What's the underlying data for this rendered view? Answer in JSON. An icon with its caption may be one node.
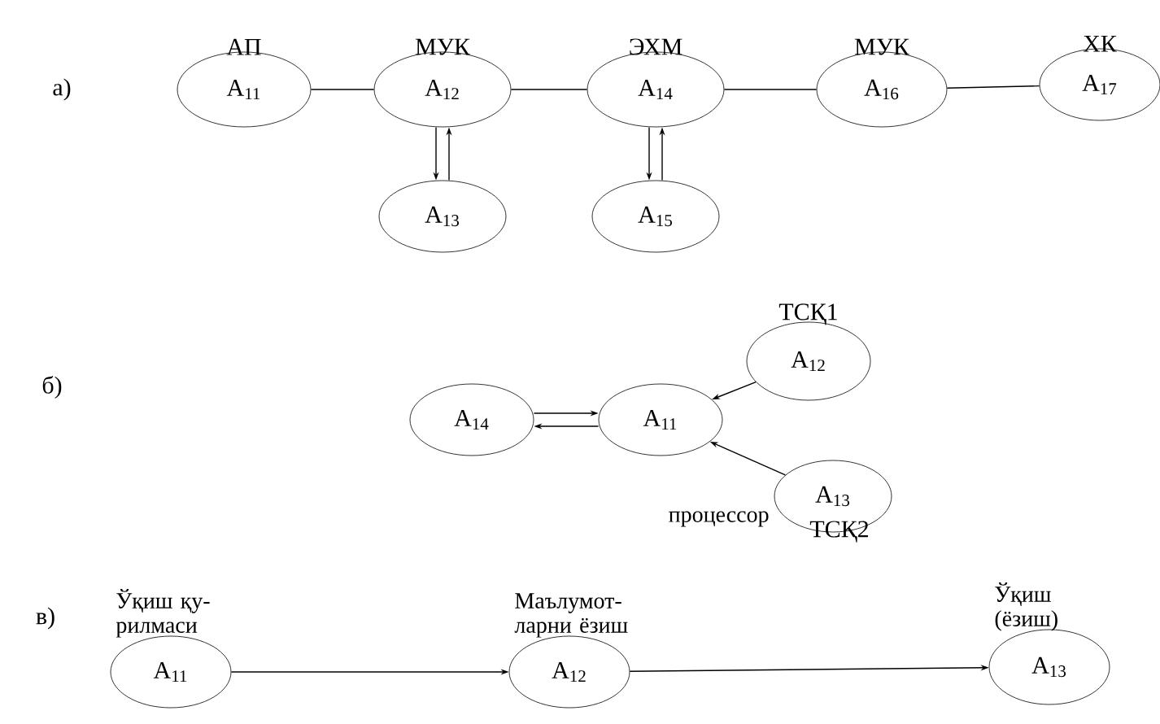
{
  "diagram": {
    "nodes": [
      {
        "text": [
          "АП",
          "A$_{11}$"
        ]
      },
      {
        "text": [
          "МУК",
          "A$_{12}$"
        ]
      },
      {
        "text": [
          "A$_{13}$"
        ]
      },
      {
        "text": [
          "ЭХМ",
          "A$_{14}$"
        ]
      },
      {
        "text": [
          "A$_{15}$"
        ]
      },
      {
        "text": [
          "МУК",
          "A$_{16}$"
        ]
      },
      {
        "text": [
          "ХК",
          "A$_{17}$"
        ]
      },
      {
        "text": [
          "ТСҚ1",
          "A$_{12}$"
        ]
      },
      {
        "text": [
          "A$_{14}$"
        ]
      },
      {
        "text": [
          "A$_{11}$"
        ]
      },
      {
        "text": [
          "A$_{13}$",
          "ТСҚ2"
        ],
        "beside": [
          "процессор"
        ]
      },
      {
        "text": [
          "Ўқиш қу- рилмаси",
          "A$_{11}$"
        ]
      },
      {
        "text": [
          "Маълумот- ларни ёзиш",
          "A$_{12}$"
        ]
      },
      {
        "text": [
          "Ўқиш (ёзиш)",
          "A$_{13}$"
        ]
      }
    ],
    "edges": [
      {
        "from": 0,
        "to": 1,
        "arrow": "none"
      },
      {
        "from": 1,
        "to": 3,
        "arrow": "none"
      },
      {
        "from": 3,
        "to": 5,
        "arrow": "none"
      },
      {
        "from": 5,
        "to": 6,
        "arrow": "none"
      },
      {
        "from": 1,
        "to": 2,
        "arrow": "to"
      },
      {
        "from": 2,
        "to": 1,
        "arrow": "to"
      },
      {
        "from": 3,
        "to": 4,
        "arrow": "to"
      },
      {
        "from": 4,
        "to": 3,
        "arrow": "to"
      },
      {
        "from": 7,
        "to": 9,
        "arrow": "to"
      },
      {
        "from": 8,
        "to": 9,
        "arrow": "to"
      },
      {
        "from": 9,
        "to": 8,
        "arrow": "to"
      },
      {
        "from": 10,
        "to": 9,
        "arrow": "to"
      },
      {
        "from": 11,
        "to": 12,
        "arrow": "to"
      },
      {
        "from": 12,
        "to": 13,
        "arrow": "to"
      }
    ],
    "labels": [
      "а)",
      "б)",
      "в)"
    ]
  }
}
